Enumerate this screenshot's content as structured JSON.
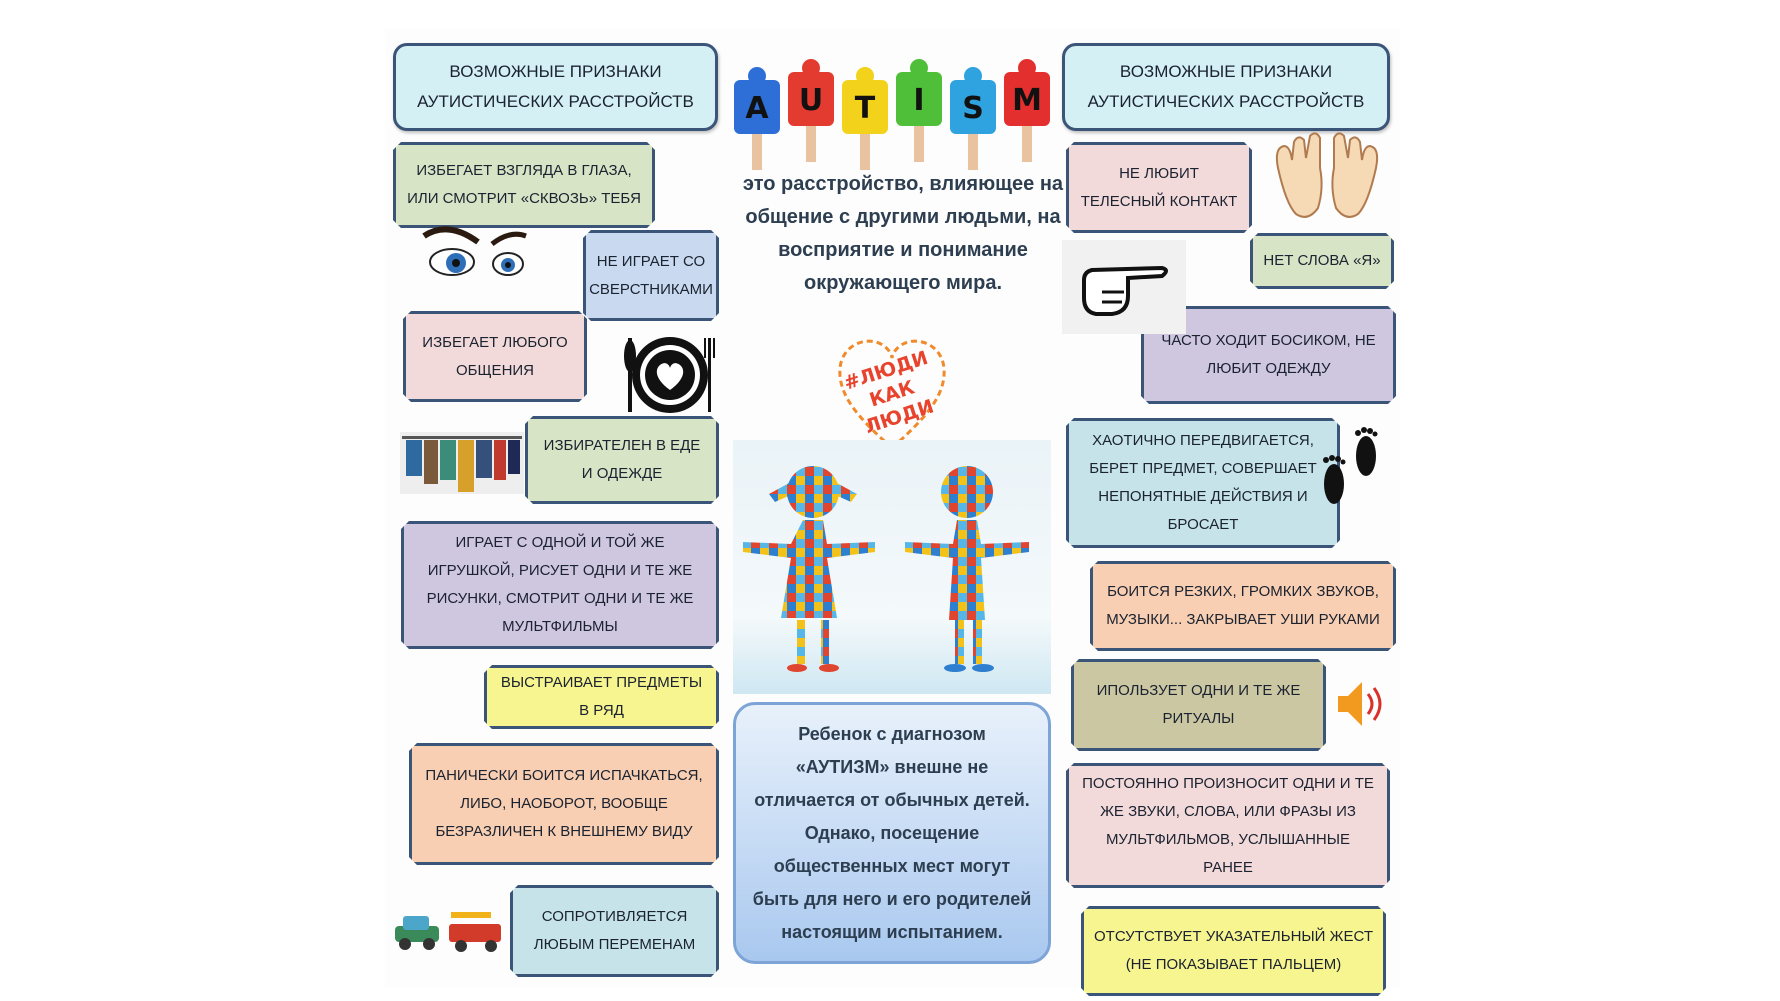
{
  "logo": {
    "letters": [
      "A",
      "U",
      "T",
      "I",
      "S",
      "M"
    ],
    "colors": [
      "#2d6fd6",
      "#e33b2f",
      "#f2d21a",
      "#4fbf3a",
      "#2fa3e0",
      "#e3302f"
    ]
  },
  "headers": {
    "left": "ВОЗМОЖНЫЕ ПРИЗНАКИ АУТИСТИЧЕСКИХ РАССТРОЙСТВ",
    "right": "ВОЗМОЖНЫЕ ПРИЗНАКИ АУТИСТИЧЕСКИХ РАССТРОЙСТВ"
  },
  "definition": "это расстройство, влияющее на общение с другими людьми, на восприятие и понимание окружающего мира.",
  "slogan": "#ЛЮДИ КАК ЛЮДИ",
  "note": "Ребенок с диагнозом «АУТИЗМ» внешне не отличается от обычных детей. Однако, посещение общественных мест могут быть для него и его родителей настоящим испытанием.",
  "left_signs": [
    "ИЗБЕГАЕТ ВЗГЛЯДА В ГЛАЗА, ИЛИ СМОТРИТ «СКВОЗЬ» ТЕБЯ",
    "НЕ ИГРАЕТ СО СВЕРСТНИКАМИ",
    "ИЗБЕГАЕТ ЛЮБОГО ОБЩЕНИЯ",
    "ИЗБИРАТЕЛЕН В ЕДЕ И ОДЕЖДЕ",
    "ИГРАЕТ С ОДНОЙ И ТОЙ ЖЕ ИГРУШКОЙ, РИСУЕТ ОДНИ И ТЕ ЖЕ РИСУНКИ, СМОТРИТ ОДНИ И ТЕ ЖЕ МУЛЬТФИЛЬМЫ",
    "ВЫСТРАИВАЕТ ПРЕДМЕТЫ В РЯД",
    "ПАНИЧЕСКИ БОИТСЯ ИСПАЧКАТЬСЯ, ЛИБО, НАОБОРОТ, ВООБЩЕ БЕЗРАЗЛИЧЕН К ВНЕШНЕМУ ВИДУ",
    "СОПРОТИВЛЯЕТСЯ ЛЮБЫМ ПЕРЕМЕНАМ"
  ],
  "right_signs": [
    "НЕ ЛЮБИТ ТЕЛЕСНЫЙ КОНТАКТ",
    "НЕТ СЛОВА «Я»",
    "ЧАСТО ХОДИТ БОСИКОМ, НЕ ЛЮБИТ ОДЕЖДУ",
    "ХАОТИЧНО ПЕРЕДВИГАЕТСЯ, БЕРЕТ ПРЕДМЕТ, СОВЕРШАЕТ НЕПОНЯТНЫЕ ДЕЙСТВИЯ И БРОСАЕТ",
    "БОИТСЯ РЕЗКИХ, ГРОМКИХ ЗВУКОВ, МУЗЫКИ... ЗАКРЫВАЕТ УШИ РУКАМИ",
    "ИПОЛЬЗУЕТ ОДНИ И ТЕ ЖЕ РИТУАЛЫ",
    "ПОСТОЯННО ПРОИЗНОСИТ ОДНИ И ТЕ ЖЕ ЗВУКИ, СЛОВА, ИЛИ ФРАЗЫ ИЗ МУЛЬТФИЛЬМОВ, УСЛЫШАННЫЕ РАНЕЕ",
    "ОТСУТСТВУЕТ УКАЗАТЕЛЬНЫЙ ЖЕСТ (НЕ ПОКАЗЫВАЕТ ПАЛЬЦЕМ)"
  ],
  "icons": [
    "eyes-icon",
    "plate-icon",
    "clothes-rack-icon",
    "toy-cars-icon",
    "hands-icon",
    "pointing-hand-icon",
    "footprints-icon",
    "speaker-icon",
    "puzzle-children-icon"
  ]
}
